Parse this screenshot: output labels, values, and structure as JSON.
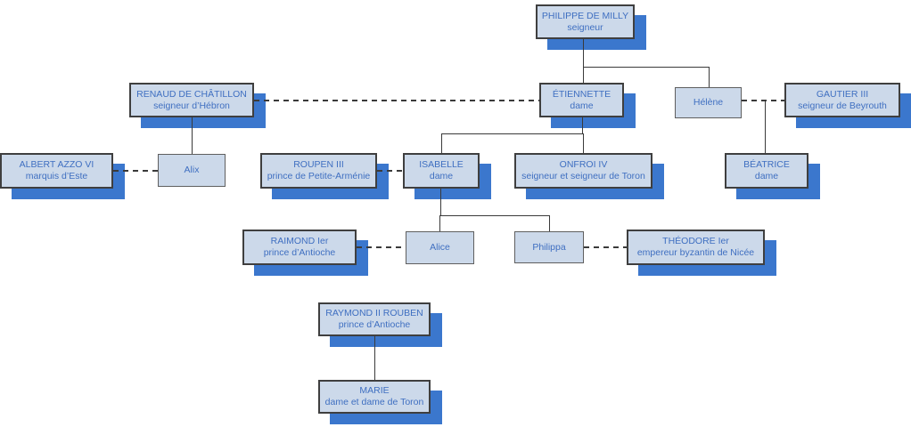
{
  "diagram": {
    "type": "genealogy-tree",
    "colors": {
      "box_fill": "#ccd9ea",
      "box_border": "#3f3f3f",
      "box_shadow": "#3b77cd",
      "text": "#3f6fc1",
      "line": "#3a3a3a",
      "background": "#ffffff"
    },
    "nodes": {
      "philippe": {
        "name": "PHILIPPE DE MILLY",
        "title": "seigneur"
      },
      "renaud": {
        "name": "RENAUD DE CHÂTILLON",
        "title": "seigneur d’Hébron"
      },
      "etiennette": {
        "name": "ÉTIENNETTE",
        "title": "dame"
      },
      "helene": {
        "name": "Hélène"
      },
      "gautier": {
        "name": "GAUTIER III",
        "title": "seigneur de Beyrouth"
      },
      "albert": {
        "name": "ALBERT AZZO VI",
        "title": "marquis d’Este"
      },
      "alix": {
        "name": "Alix"
      },
      "roupen": {
        "name": "ROUPEN III",
        "title": "prince de Petite-Arménie"
      },
      "isabelle": {
        "name": "ISABELLE",
        "title": "dame"
      },
      "onfroi": {
        "name": "ONFROI IV",
        "title": "seigneur et seigneur de Toron"
      },
      "beatrice": {
        "name": "BÉATRICE",
        "title": "dame"
      },
      "raimond": {
        "name": "RAIMOND Ier",
        "title": "prince d’Antioche"
      },
      "alice": {
        "name": "Alice"
      },
      "philippa": {
        "name": "Philippa"
      },
      "theodore": {
        "name": "THÉODORE Ier",
        "title": "empereur byzantin de Nicée"
      },
      "raymond2": {
        "name": "RAYMOND II ROUBEN",
        "title": "prince d’Antioche"
      },
      "marie": {
        "name": "MARIE",
        "title": "dame et dame de Toron"
      }
    },
    "relations": {
      "marriages_dashed": [
        [
          "renaud",
          "etiennette"
        ],
        [
          "helene",
          "gautier"
        ],
        [
          "albert",
          "alix"
        ],
        [
          "roupen",
          "isabelle"
        ],
        [
          "raimond",
          "alice"
        ],
        [
          "philippa",
          "theodore"
        ]
      ],
      "parent_child_solid": [
        [
          "philippe",
          "etiennette"
        ],
        [
          "philippe",
          "helene"
        ],
        [
          "renaud",
          "alix"
        ],
        [
          "etiennette",
          "isabelle"
        ],
        [
          "etiennette",
          "onfroi"
        ],
        [
          "helene+gautier",
          "beatrice"
        ],
        [
          "isabelle",
          "alice"
        ],
        [
          "isabelle",
          "philippa"
        ],
        [
          "raymond2",
          "marie"
        ]
      ]
    }
  }
}
